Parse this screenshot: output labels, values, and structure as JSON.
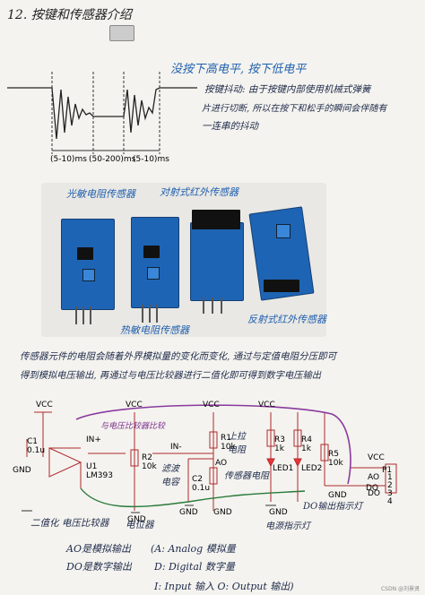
{
  "title": "12. 按键和传感器介绍",
  "button_waveform": {
    "label_top": "没按下高电平, 按下低电平",
    "segments": [
      "(5-10)ms",
      "(50-200)ms",
      "(5-10)ms"
    ],
    "note_line1": "按键抖动: 由于按键内部使用机械式弹簧",
    "note_line2": "片进行切断, 所以在按下和松手的瞬间会伴随有",
    "note_line3": "一连串的抖动"
  },
  "sensors": {
    "photoresistor": "光敏电阻传感器",
    "ir_reflective": "对射式红外传感器",
    "thermistor": "热敏电阻传感器",
    "ir_reflect2": "反射式红外传感器"
  },
  "sensor_note_line1": "传感器元件的电阻会随着外界模拟量的变化而变化, 通过与定值电阻分压即可",
  "sensor_note_line2": "得到模拟电压输出, 再通过与电压比较器进行二值化即可得到数字电压输出",
  "circuit": {
    "vcc": "VCC",
    "gnd": "GND",
    "c1": "C1",
    "c1_val": "0.1u",
    "c2": "C2",
    "c2_val": "0.1u",
    "u1": "U1",
    "u1_part": "LM393",
    "r2": "R2",
    "r2_val": "10k",
    "r1": "R1",
    "r1_val": "10k",
    "r3": "R3",
    "r3_val": "1k",
    "r4": "R4",
    "r4_val": "1k",
    "r5": "R5",
    "r5_val": "10k",
    "led1": "LED1",
    "led2": "LED2",
    "p1": "P1",
    "in_minus": "IN-",
    "in_plus": "IN+",
    "ao": "AO",
    "do": "DO",
    "pins": [
      "1",
      "2",
      "3",
      "4"
    ],
    "pin_ao_label": "AO",
    "pin_do_label": "DO",
    "hw_voltage_comparator_note": "与电压比较器比较",
    "hw_divider": "上拉电阻",
    "hw_filter": "滤波电容",
    "hw_sensor_res": "传感器电阻",
    "hw_comparator": "二值化 电压比较器",
    "hw_pot": "电位器",
    "hw_power_led": "电源指示灯",
    "hw_do_led": "DO输出指示灯"
  },
  "output_notes": {
    "ao_line": "AO是模拟输出",
    "do_line": "DO是数字输出",
    "a_line": "(A: Analog 模拟量",
    "d_line": "D: Digital 数字量",
    "io_line": "I: Input 输入 O: Output 输出)"
  },
  "footer": "CSDN @刘景贤"
}
